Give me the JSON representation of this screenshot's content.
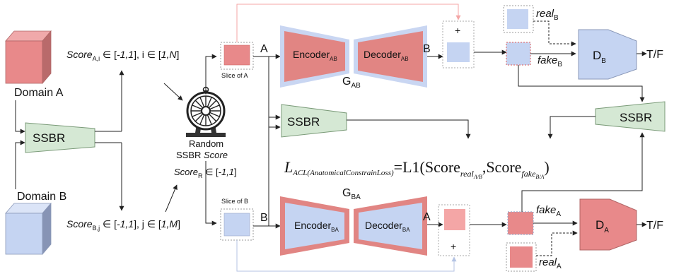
{
  "colors": {
    "domain_a": "#e8898a",
    "domain_b": "#c5d4f2",
    "ssbr_fill": "#d5e8d4",
    "encoder_fill": "#e18583",
    "encoder_border_ab": "#c9d6f2",
    "encoder_border_ba": "#e18583",
    "disc_fill": "#c5d4f2",
    "line": "#222222",
    "arrow_pink": "#f4a6a6",
    "arrow_blue": "#b4c3e3"
  },
  "labels": {
    "domain_a": "Domain A",
    "domain_b": "Domain B",
    "ssbr": "SSBR",
    "score_a": {
      "pre": "Score",
      "sub": "A,i",
      "mid": " ∈ [",
      "range": "-1,1",
      "post": "], i ∈ [",
      "idx": "1,N",
      "end": "]"
    },
    "score_b": {
      "pre": "Score",
      "sub": "B,j",
      "mid": " ∈ [",
      "range": "-1,1",
      "post": "], j ∈ [",
      "idx": "1,M",
      "end": "]"
    },
    "random_line1": "Random",
    "random_line2": "SSBR ",
    "random_line2_italic": "Score",
    "score_r": {
      "pre": "Score",
      "sub": "R",
      "mid": " ∈ [",
      "range": "-1,1",
      "end": "]"
    },
    "slice_a": "Slice of A",
    "slice_b": "Slice of B",
    "letter_a": "A",
    "letter_b": "B",
    "encoder": "Encoder",
    "decoder": "Decoder",
    "sub_ab": "AB",
    "sub_ba": "BA",
    "g": "G",
    "plus": "+",
    "real": "real",
    "fake": "fake",
    "sub_a": "A",
    "sub_b": "B",
    "d": "D",
    "tf": "T/F",
    "loss": {
      "l": "L",
      "l_sub": "ACL(AnatomicalConstrainLoss)",
      "eq": "=L1(Score",
      "s1_sub": "real",
      "s1_subsub": "A/B",
      "comma": ",Score",
      "s2_sub": "fake",
      "s2_subsub": "B/A",
      "close": ")"
    }
  }
}
